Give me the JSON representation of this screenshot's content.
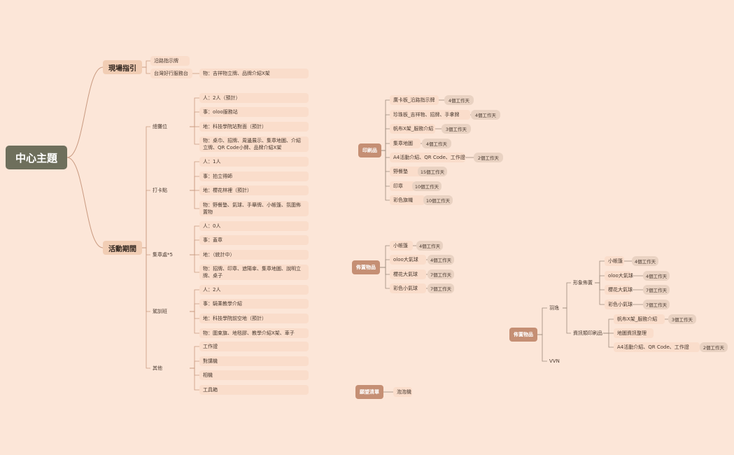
{
  "root": "中心主題",
  "guide": {
    "label": "現場指引",
    "items": [
      {
        "label": "沿路指示牌"
      },
      {
        "label": "台灣好行服務台",
        "detail": "物：吉祥物立牌、品牌介紹X架"
      }
    ]
  },
  "activity": {
    "label": "活動期間",
    "groups": [
      {
        "label": "總攤位",
        "items": [
          "人：2人（預計）",
          "事：oloo服務站",
          "地：科技學院站對面（預計）",
          "物：桌巾、招牌、周邊展示、集章地圖、介紹立牌、QR Code小牌、品牌介紹X架"
        ]
      },
      {
        "label": "打卡點",
        "items": [
          "人：1人",
          "事：拍立得師",
          "地：櫻花林裡（預計）",
          "物：野餐墊、氣球、手舉牌、小帳篷、氛圍佈置物"
        ]
      },
      {
        "label": "集章處*5",
        "items": [
          "人：0人",
          "事：蓋章",
          "地：（統計中）",
          "物：招牌、印章、遮陽傘、集章地圖、說明立牌、桌子"
        ]
      },
      {
        "label": "駕訓班",
        "items": [
          "人：2人",
          "事：騎乘教學介紹",
          "地：科技學院前空地（預計）",
          "物：圍束旗、地毯膠、教學介紹X架、車子"
        ]
      },
      {
        "label": "其他",
        "items": [
          "工作證",
          "對講機",
          "相機",
          "工具箱"
        ]
      }
    ]
  },
  "print": {
    "label": "印刷品",
    "items": [
      {
        "label": "廣卡板_沿路指示牌",
        "days": "4個工作天"
      },
      {
        "label": "珍珠板_吉祥物、招牌、手拿牌",
        "days": "4個工作天"
      },
      {
        "label": "帆布X架_服務介紹",
        "days": "3個工作天"
      },
      {
        "label": "集章地圖",
        "days": "4個工作天"
      },
      {
        "label": "A4活動介紹、QR Code、工作證",
        "days": "2個工作天"
      },
      {
        "label": "野餐墊",
        "days": "15個工作天"
      },
      {
        "label": "印章",
        "days": "10個工作天"
      },
      {
        "label": "彩色旗幟",
        "days": "10個工作天"
      }
    ]
  },
  "decor": {
    "label": "佈置物品",
    "items": [
      {
        "label": "小帳篷",
        "days": "4個工作天"
      },
      {
        "label": "oloo大氣球",
        "days": "4個工作天"
      },
      {
        "label": "櫻花大氣球",
        "days": "7個工作天"
      },
      {
        "label": "彩色小氣球",
        "days": "7個工作天"
      }
    ]
  },
  "decor2": {
    "label": "佈置物品",
    "branches": [
      {
        "label": "羽逸",
        "groups": [
          {
            "label": "形象佈置",
            "items": [
              {
                "label": "小帳篷",
                "days": "4個工作天"
              },
              {
                "label": "oloo大氣球",
                "days": "4個工作天"
              },
              {
                "label": "櫻花大氣球",
                "days": "7個工作天"
              },
              {
                "label": "彩色小氣球",
                "days": "7個工作天"
              }
            ]
          },
          {
            "label": "資訊類印刷品",
            "items": [
              {
                "label": "帆布X架_服務介紹",
                "days": "3個工作天"
              },
              {
                "label": "地圖資訊整理",
                "days": ""
              },
              {
                "label": "A4活動介紹、QR Code、工作證",
                "days": "2個工作天"
              }
            ]
          }
        ]
      },
      {
        "label": "VVN",
        "groups": []
      }
    ]
  },
  "wish": {
    "label": "願望清單",
    "item": "泡泡機"
  }
}
